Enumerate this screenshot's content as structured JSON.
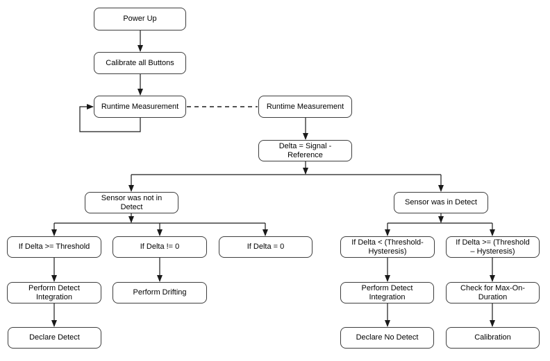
{
  "diagram": {
    "type": "flowchart",
    "colors": {
      "background": "#ffffff",
      "box_fill": "#ffffff",
      "box_border": "#3d3d3d",
      "line": "#1a1a1a",
      "text": "#000000"
    }
  },
  "nodes": {
    "power_up": {
      "label": "Power Up"
    },
    "calibrate_all_buttons": {
      "label": "Calibrate all Buttons"
    },
    "runtime_measurement_left": {
      "label": "Runtime Measurement"
    },
    "runtime_measurement_right": {
      "label": "Runtime Measurement"
    },
    "delta_equals": {
      "label": "Delta = Signal -\nReference"
    },
    "sensor_was_not_in_detect": {
      "label": "Sensor was not in\nDetect"
    },
    "sensor_was_in_detect": {
      "label": "Sensor was in Detect"
    },
    "if_delta_ge_threshold": {
      "label": "If Delta >= Threshold"
    },
    "if_delta_ne_zero": {
      "label": "If Delta != 0"
    },
    "if_delta_eq_zero": {
      "label": "If Delta = 0"
    },
    "if_delta_lt_threshold_hysteresis": {
      "label": "If Delta < (Threshold-\nHysteresis)"
    },
    "if_delta_ge_threshold_hysteresis": {
      "label": "If Delta >= (Threshold\n– Hysteresis)"
    },
    "perform_detect_integration_left": {
      "label": "Perform Detect\nIntegration"
    },
    "perform_drifting": {
      "label": "Perform Drifting"
    },
    "perform_detect_integration_right": {
      "label": "Perform Detect\nIntegration"
    },
    "check_for_max_on_duration": {
      "label": "Check for Max-On-\nDuration"
    },
    "declare_detect": {
      "label": "Declare Detect"
    },
    "declare_no_detect": {
      "label": "Declare No Detect"
    },
    "calibration": {
      "label": "Calibration"
    }
  },
  "edges": [
    {
      "from": "power_up",
      "to": "calibrate_all_buttons",
      "style": "solid-arrow"
    },
    {
      "from": "calibrate_all_buttons",
      "to": "runtime_measurement_left",
      "style": "solid-arrow"
    },
    {
      "from": "runtime_measurement_left",
      "to": "runtime_measurement_left",
      "style": "self-loop-arrow"
    },
    {
      "from": "runtime_measurement_left",
      "to": "runtime_measurement_right",
      "style": "dashed"
    },
    {
      "from": "runtime_measurement_right",
      "to": "delta_equals",
      "style": "solid-arrow"
    },
    {
      "from": "delta_equals",
      "to": "sensor_was_not_in_detect",
      "style": "solid-arrow"
    },
    {
      "from": "delta_equals",
      "to": "sensor_was_in_detect",
      "style": "solid-arrow"
    },
    {
      "from": "sensor_was_not_in_detect",
      "to": "if_delta_ge_threshold",
      "style": "solid-arrow"
    },
    {
      "from": "sensor_was_not_in_detect",
      "to": "if_delta_ne_zero",
      "style": "solid-arrow"
    },
    {
      "from": "sensor_was_not_in_detect",
      "to": "if_delta_eq_zero",
      "style": "solid-arrow"
    },
    {
      "from": "if_delta_ge_threshold",
      "to": "perform_detect_integration_left",
      "style": "solid-arrow"
    },
    {
      "from": "perform_detect_integration_left",
      "to": "declare_detect",
      "style": "solid-arrow"
    },
    {
      "from": "if_delta_ne_zero",
      "to": "perform_drifting",
      "style": "solid-arrow"
    },
    {
      "from": "sensor_was_in_detect",
      "to": "if_delta_lt_threshold_hysteresis",
      "style": "solid-arrow"
    },
    {
      "from": "sensor_was_in_detect",
      "to": "if_delta_ge_threshold_hysteresis",
      "style": "solid-arrow"
    },
    {
      "from": "if_delta_lt_threshold_hysteresis",
      "to": "perform_detect_integration_right",
      "style": "solid-arrow"
    },
    {
      "from": "perform_detect_integration_right",
      "to": "declare_no_detect",
      "style": "solid-arrow"
    },
    {
      "from": "if_delta_ge_threshold_hysteresis",
      "to": "check_for_max_on_duration",
      "style": "solid-arrow"
    },
    {
      "from": "check_for_max_on_duration",
      "to": "calibration",
      "style": "solid-arrow"
    }
  ]
}
